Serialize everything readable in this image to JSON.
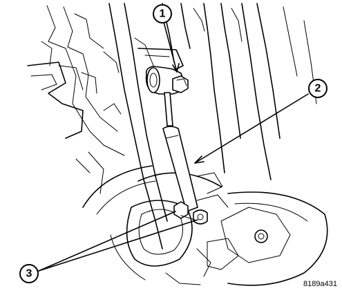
{
  "callouts": [
    {
      "label": "1"
    },
    {
      "label": "2"
    },
    {
      "label": "3"
    }
  ],
  "figure_id": "8189a431"
}
